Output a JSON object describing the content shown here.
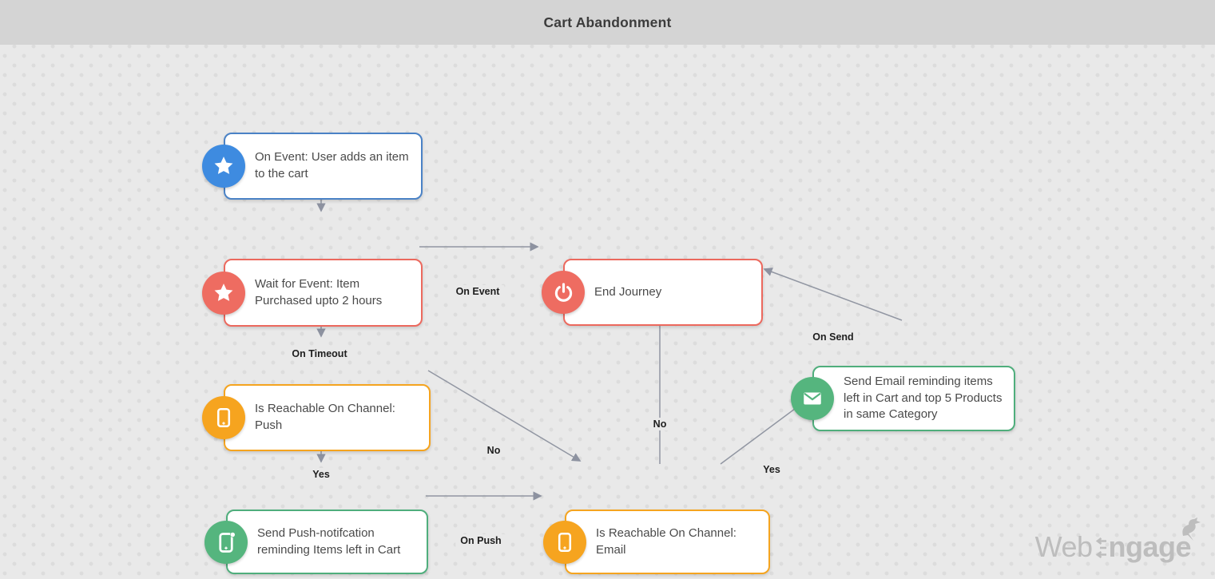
{
  "header": {
    "title": "Cart Abandonment"
  },
  "colors": {
    "header_bg": "#d4d4d4",
    "canvas_bg": "#e9e9e9",
    "dot": "#dcdcdc",
    "blue": "#3e8be0",
    "red": "#ee6c61",
    "orange": "#f6a41f",
    "green": "#55b57e",
    "edge": "#9196a2",
    "node_text": "#4a4a4a"
  },
  "nodes": [
    {
      "id": "on-event",
      "icon": "star-icon",
      "color": "blue",
      "label": "On Event: User adds an item to the cart"
    },
    {
      "id": "wait-for-event",
      "icon": "star-icon",
      "color": "red",
      "label": "Wait for  Event: Item Purchased upto 2 hours"
    },
    {
      "id": "end-journey",
      "icon": "power-icon",
      "color": "red",
      "label": "End Journey"
    },
    {
      "id": "reachable-push",
      "icon": "smartphone-icon",
      "color": "orange",
      "label": "Is Reachable On Channel: Push"
    },
    {
      "id": "send-push",
      "icon": "push-notification-icon",
      "color": "green",
      "label": "Send Push-notifcation reminding Items left in Cart"
    },
    {
      "id": "reachable-email",
      "icon": "smartphone-icon",
      "color": "orange",
      "label": "Is Reachable On Channel: Email"
    },
    {
      "id": "send-email",
      "icon": "envelope-icon",
      "color": "green",
      "label": "Send Email reminding items left in Cart and top 5 Products in same Category"
    }
  ],
  "edges": [
    {
      "from": "on-event",
      "to": "wait-for-event",
      "label": ""
    },
    {
      "from": "wait-for-event",
      "to": "end-journey",
      "label": "On Event"
    },
    {
      "from": "wait-for-event",
      "to": "reachable-push",
      "label": "On Timeout"
    },
    {
      "from": "reachable-push",
      "to": "send-push",
      "label": "Yes"
    },
    {
      "from": "reachable-push",
      "to": "reachable-email",
      "label": "No"
    },
    {
      "from": "send-push",
      "to": "reachable-email",
      "label": "On Push"
    },
    {
      "from": "reachable-email",
      "to": "end-journey",
      "label": "No"
    },
    {
      "from": "reachable-email",
      "to": "send-email",
      "label": "Yes"
    },
    {
      "from": "send-email",
      "to": "end-journey",
      "label": "On Send"
    }
  ],
  "watermark": {
    "part1": "Web",
    "part2": "ngage",
    "full_text": "WebEngage"
  }
}
